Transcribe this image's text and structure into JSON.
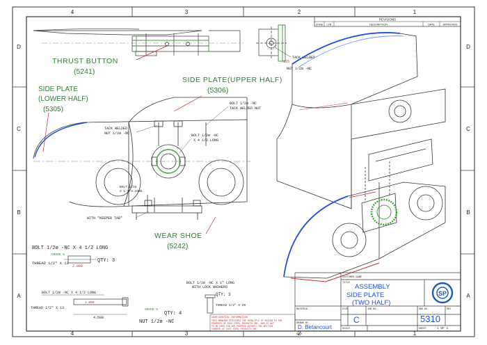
{
  "grid": {
    "columns": [
      "4",
      "3",
      "2",
      "1"
    ],
    "rows": [
      "D",
      "C",
      "B",
      "A"
    ]
  },
  "revisions": {
    "title": "REVISIONS",
    "headers": [
      "ZONE",
      "LTR",
      "DESCRIPTION",
      "DATE",
      "APPROVED"
    ]
  },
  "labels": {
    "thrust_button": "THRUST BUTTON",
    "thrust_button_part": "(5241)",
    "side_plate_upper": "SIDE PLATE(UPPER HALF)",
    "side_plate_upper_part": "(5306)",
    "side_plate_lower_1": "SIDE PLATE",
    "side_plate_lower_2": "(LOWER HALF)",
    "side_plate_lower_part": "(5305)",
    "wear_shoe": "WEAR SHOE",
    "wear_shoe_part": "(5242)",
    "tack_welded_top_1": "TACK WELDED",
    "tack_welded_top_2": "NUT 1/2ø -NC",
    "dim_125": ".125",
    "bolt_top_1": "BOLT 1/2ø -NC",
    "bolt_top_2": "TACK WELDED NUT",
    "tack_welded_mid_1": "TACK WELDED",
    "tack_welded_mid_2": "NUT 1/2ø -NC",
    "bolt_mid_1": "BOLT 1/2ø -NC",
    "bolt_mid_2": "X 4 1/2 LONG",
    "bolt_small_1": "BOLT 1/2ø",
    "bolt_small_2": "X 1 1/2 LONG",
    "keeper_tab": "WITH \"KEEPER TAB\""
  },
  "bolt_spec_1": {
    "title": "BOLT 1/2ø -NC X 4 1/2 LONG",
    "grade": "GRADE 5",
    "thread": "THREAD 1/2\" X 13",
    "length": "2.000",
    "qty": "QTY: 3"
  },
  "bolt_spec_2": {
    "title": "BOLT 1/2ø -NC X 4 1/2 LONG",
    "thread": "THREAD 1/2\" X 13",
    "dim": "1.000",
    "length": "4.500",
    "grade": "GRADE 5",
    "qty": "QTY: 4",
    "nut": "NUT 1/2ø -NC"
  },
  "bolt_spec_3": {
    "title_1": "BOLT 1/2ø -NC X 1\" LONG",
    "title_2": "WITH LOCK WASHERS",
    "qty": "QTY: 3",
    "thread": "THREAD 1/2\" X 20"
  },
  "confidential": {
    "heading": "CONFIDENTIAL INFORMATION",
    "lines": [
      "THIS DRAWING DISCLOSES THE PRINCIPLE OF DESIGN IS THE",
      "PROPERTY OF EAST STEEL PRODUCTS INC. AND IS NOT",
      "TO BE USED FOR ANY PURPOSE WITHOUT THE WRITTEN",
      "CONSENT OF EAST STEEL PRODUCTS INC."
    ]
  },
  "title_block": {
    "customer_label": "CUSTOMER NAME",
    "title_label": "TITLE",
    "title_1": "ASSEMBLY",
    "title_2": "SIDE PLATE",
    "title_3": "(TWO HALF)",
    "material_label": "MATERIAL",
    "drawn_by_label": "DRAWN BY",
    "drawn_by": "D. Betancourt",
    "date_label": "DATE",
    "size_label": "SIZE",
    "size": "C",
    "job_label": "JOB NO.",
    "dwg_label": "DWG NO.",
    "dwg_no": "5310",
    "rev_label": "REV",
    "scale_label": "SCALE",
    "sheet_label": "SHEET",
    "sheet": "1 OF 1",
    "logo_text": "SP"
  },
  "colors": {
    "line": "#222222",
    "label_green": "#2e7d32",
    "leader_red": "#c62828",
    "iso_blue": "#1e4fd6",
    "weld_green": "#3aa635",
    "logo_blue": "#1e5fb0"
  }
}
